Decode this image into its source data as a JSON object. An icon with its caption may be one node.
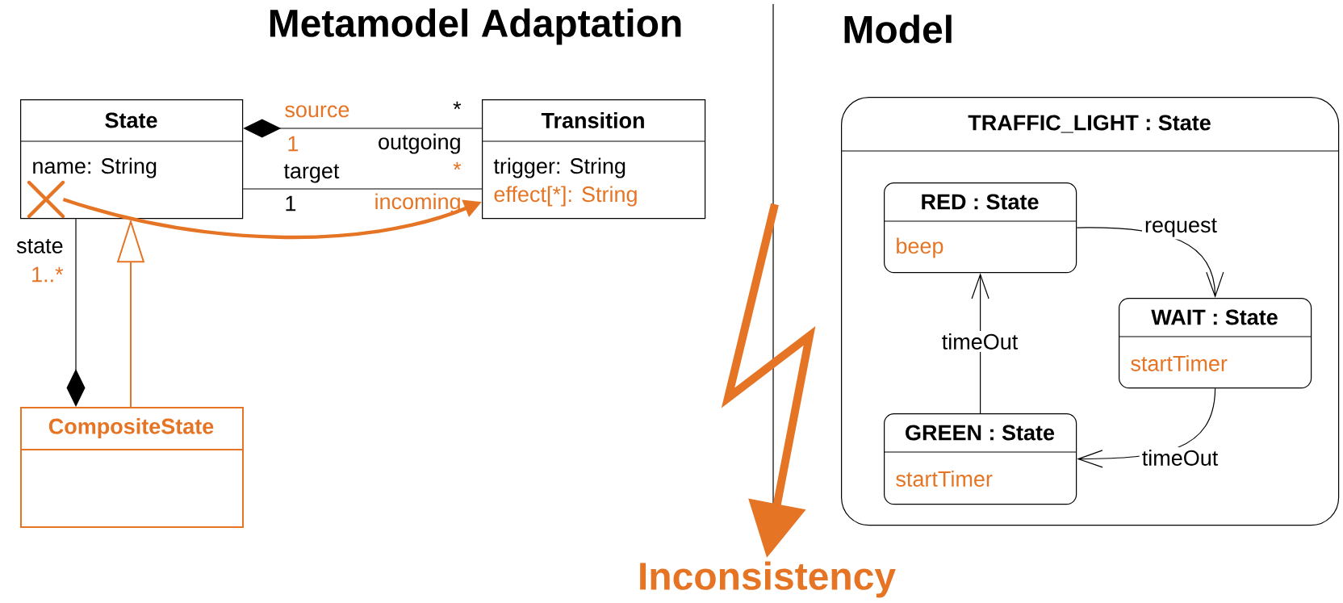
{
  "diagram": {
    "nodes": [
      {
        "text": [
          "State",
          "name: String"
        ]
      },
      {
        "text": [],
        "shape": "cross",
        "in": 0
      },
      {
        "text": [
          "Transition",
          "trigger: String",
          "effect[*]: String"
        ]
      },
      {
        "text": [
          "CompositeState"
        ]
      },
      {
        "text": [
          "TRAFFIC_LIGHT : State"
        ]
      },
      {
        "text": [
          "RED : State",
          "beep"
        ],
        "in": 4
      },
      {
        "text": [
          "WAIT : State",
          "startTimer"
        ],
        "in": 4
      },
      {
        "text": [
          "GREEN : State",
          "startTimer"
        ],
        "in": 4
      },
      {
        "text": [
          "Inconsistency"
        ]
      }
    ],
    "edges": [
      {
        "from": 0,
        "to": 2,
        "arrow": "other"
      },
      {
        "from": 0,
        "to": 2,
        "arrow": "none"
      },
      {
        "from": 3,
        "to": 0,
        "arrow": "other"
      },
      {
        "from": 3,
        "to": 0,
        "arrow": "to",
        "color": "#e57424"
      },
      {
        "from": 1,
        "to": 2,
        "arrow": "to",
        "style": "thick",
        "color": "#e57424"
      },
      {
        "from": 5,
        "to": 6,
        "arrow": "to",
        "label": "request"
      },
      {
        "from": 7,
        "to": 5,
        "arrow": "to",
        "label": "timeOut"
      },
      {
        "from": 6,
        "to": 7,
        "arrow": "to",
        "label": "timeOut"
      },
      {
        "from": null,
        "to": 8,
        "arrow": "to",
        "style": "thick",
        "color": "#e57424"
      }
    ],
    "labels": [
      "Metamodel Adaptation",
      "Model",
      "source",
      "*",
      "1",
      "outgoing",
      "target",
      "*",
      "1",
      "incoming",
      "state",
      "1..*"
    ]
  }
}
